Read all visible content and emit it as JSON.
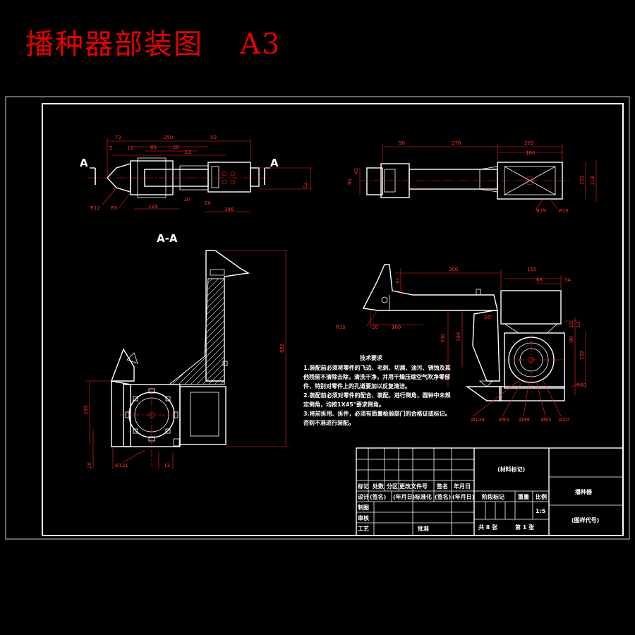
{
  "title": {
    "text": "播种器部装图",
    "size": "A3"
  },
  "view_labels": {
    "section_marker_left": "A",
    "section_marker_right": "A",
    "section_title": "A-A"
  },
  "dimensions": {
    "top_left": [
      "73",
      "250",
      "50",
      "5",
      "12",
      "80",
      "20",
      "12",
      "R12",
      "R5",
      "129",
      "10",
      "20",
      "146",
      "70"
    ],
    "top_right": [
      "90",
      "278",
      "203",
      "180",
      "43",
      "95",
      "101",
      "118",
      "R19",
      "R16"
    ],
    "section": [
      "652",
      "193",
      "20",
      "Ø121",
      "13"
    ],
    "side": [
      "300",
      "155",
      "68",
      "34",
      "91",
      "R15",
      "20",
      "100",
      "26°",
      "300",
      "194",
      "10",
      "10",
      "90",
      "102",
      "R60",
      "Ø139",
      "Ø93",
      "Ø99",
      "Ø85",
      "Ø20"
    ]
  },
  "technical_requirements": {
    "heading": "技术要求",
    "lines": [
      "1.装配前必须将零件的飞边、毛刺、切屑、油污、锈蚀及其",
      "他残留不清除去除，清洗干净，并用干燥压缩空气吹净零部",
      "件，特别对零件上的孔道要加以反复清洁。",
      "2.装配前必须对零件的配合、装配，进行倒角，圆钟中未规",
      "定倒角，均按1X45°要求倒角。",
      "3.将前拆用、拆件，必须有质量检验部门的合格证或标记。",
      "否则不准进行装配。"
    ]
  },
  "title_block": {
    "material_mark": "(材料标记)",
    "part_name": "播种器",
    "drawing_code": "(图样代号)",
    "row_header": [
      "标记",
      "处数",
      "分区",
      "更改文件号",
      "签名",
      "年月日"
    ],
    "sign_row": [
      "设计",
      "(签名)",
      "(年月日)",
      "标准化",
      "(签名)",
      "(年月日)"
    ],
    "stage_mark": "阶段标记",
    "weight": "重量",
    "scale_label": "比例",
    "scale_value": "1:5",
    "drawn_by": "制图",
    "checked": "审核",
    "process": "工艺",
    "approved": "批准",
    "sheets_total": "共 8 张",
    "sheet_no": "第 1 张"
  }
}
